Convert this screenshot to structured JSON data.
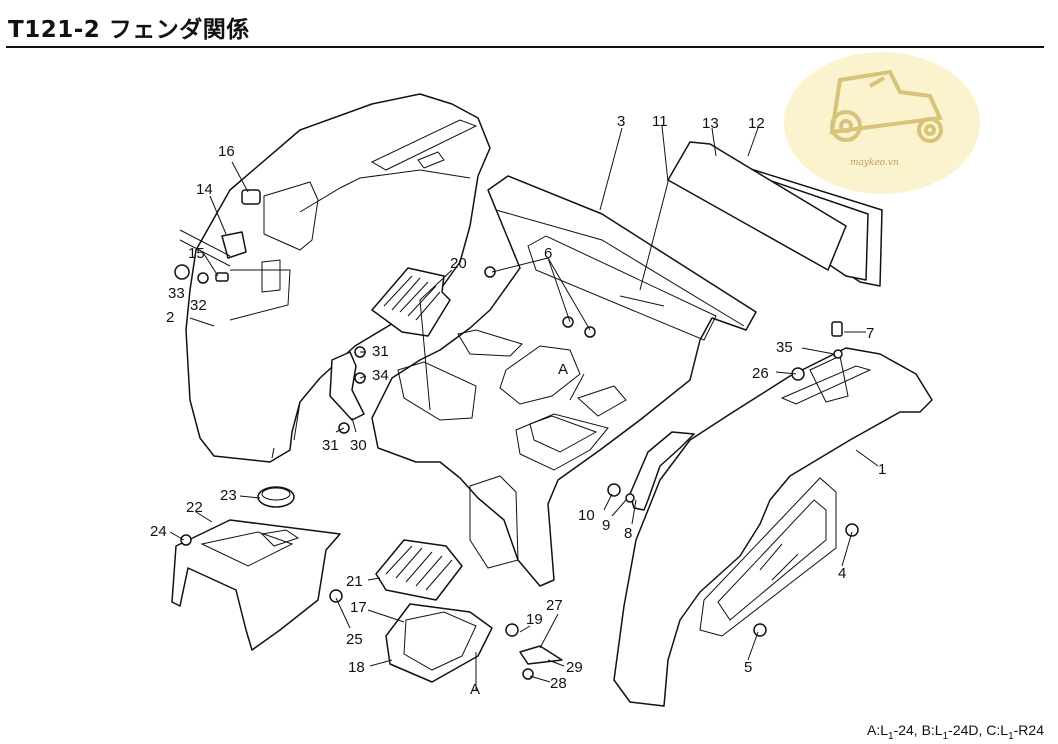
{
  "title": "T121-2 フェンダ関係",
  "watermark_text": "maykeo.vn",
  "footnote": {
    "a_prefix": "A:L",
    "a_sub": "1",
    "a_suffix": "-24,",
    "b_prefix": "B:L",
    "b_sub": "1",
    "b_suffix": "-24D,",
    "c_prefix": "C:L",
    "c_sub": "1",
    "c_suffix": "-R24"
  },
  "labels": {
    "l1": "1",
    "l2": "2",
    "l3": "3",
    "l4": "4",
    "l5": "5",
    "l6": "6",
    "l7": "7",
    "l8": "8",
    "l9": "9",
    "l10": "10",
    "l11": "11",
    "l12": "12",
    "l13": "13",
    "l14": "14",
    "l15": "15",
    "l16": "16",
    "l17": "17",
    "l18": "18",
    "l19": "19",
    "l20": "20",
    "l21": "21",
    "l22": "22",
    "l23": "23",
    "l24": "24",
    "l25": "25",
    "l26": "26",
    "l27": "27",
    "l28": "28",
    "l29": "29",
    "l30": "30",
    "l31a": "31",
    "l31b": "31",
    "l32": "32",
    "l33": "33",
    "l34": "34",
    "l35": "35",
    "refA1": "A",
    "refA2": "A"
  }
}
